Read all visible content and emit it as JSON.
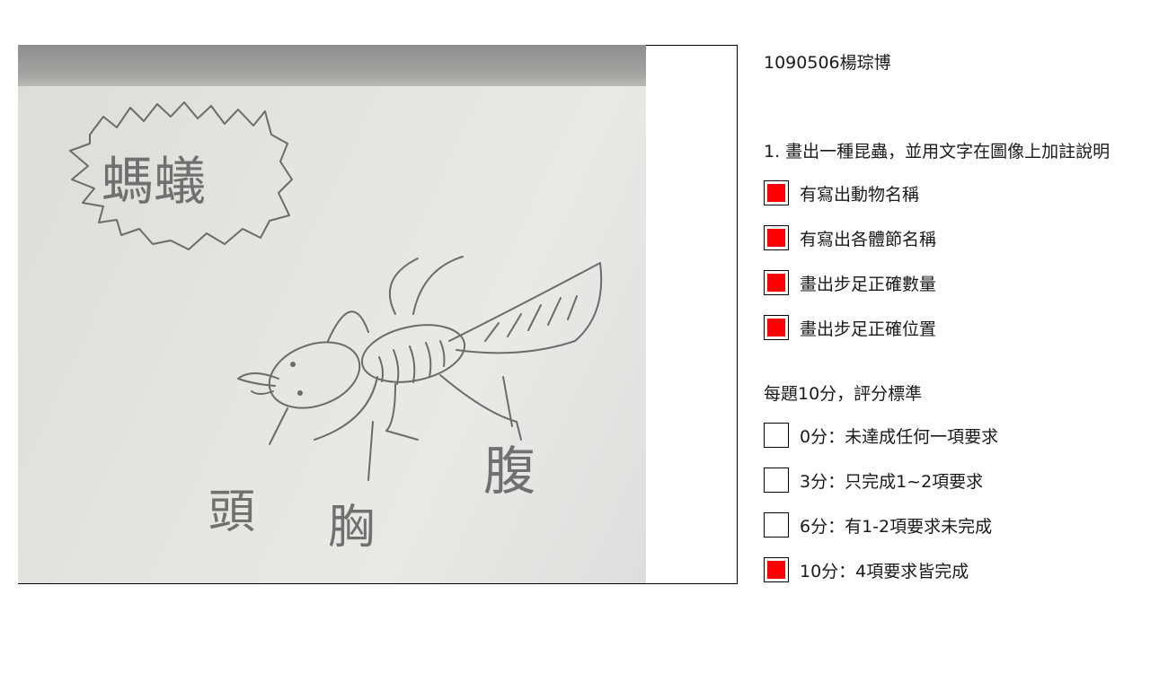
{
  "student": {
    "id_name": "1090506楊琮博"
  },
  "drawing": {
    "title_text": "螞蟻",
    "part_labels": [
      "頭",
      "胸",
      "腹"
    ]
  },
  "question": {
    "text": "1. 畫出一種昆蟲，並用文字在圖像上加註說明",
    "criteria": [
      {
        "label": "有寫出動物名稱",
        "checked": true
      },
      {
        "label": "有寫出各體節名稱",
        "checked": true
      },
      {
        "label": "畫出步足正確數量",
        "checked": true
      },
      {
        "label": "畫出步足正確位置",
        "checked": true
      }
    ]
  },
  "scoring": {
    "title": "每題10分，評分標準",
    "levels": [
      {
        "label": "0分：未達成任何一項要求",
        "checked": false
      },
      {
        "label": "3分：只完成1~2項要求",
        "checked": false
      },
      {
        "label": "6分：有1-2項要求未完成",
        "checked": false
      },
      {
        "label": "10分：4項要求皆完成",
        "checked": true
      }
    ]
  },
  "colors": {
    "check_fill": "#ff0000",
    "pencil": "#6b6b6b"
  }
}
